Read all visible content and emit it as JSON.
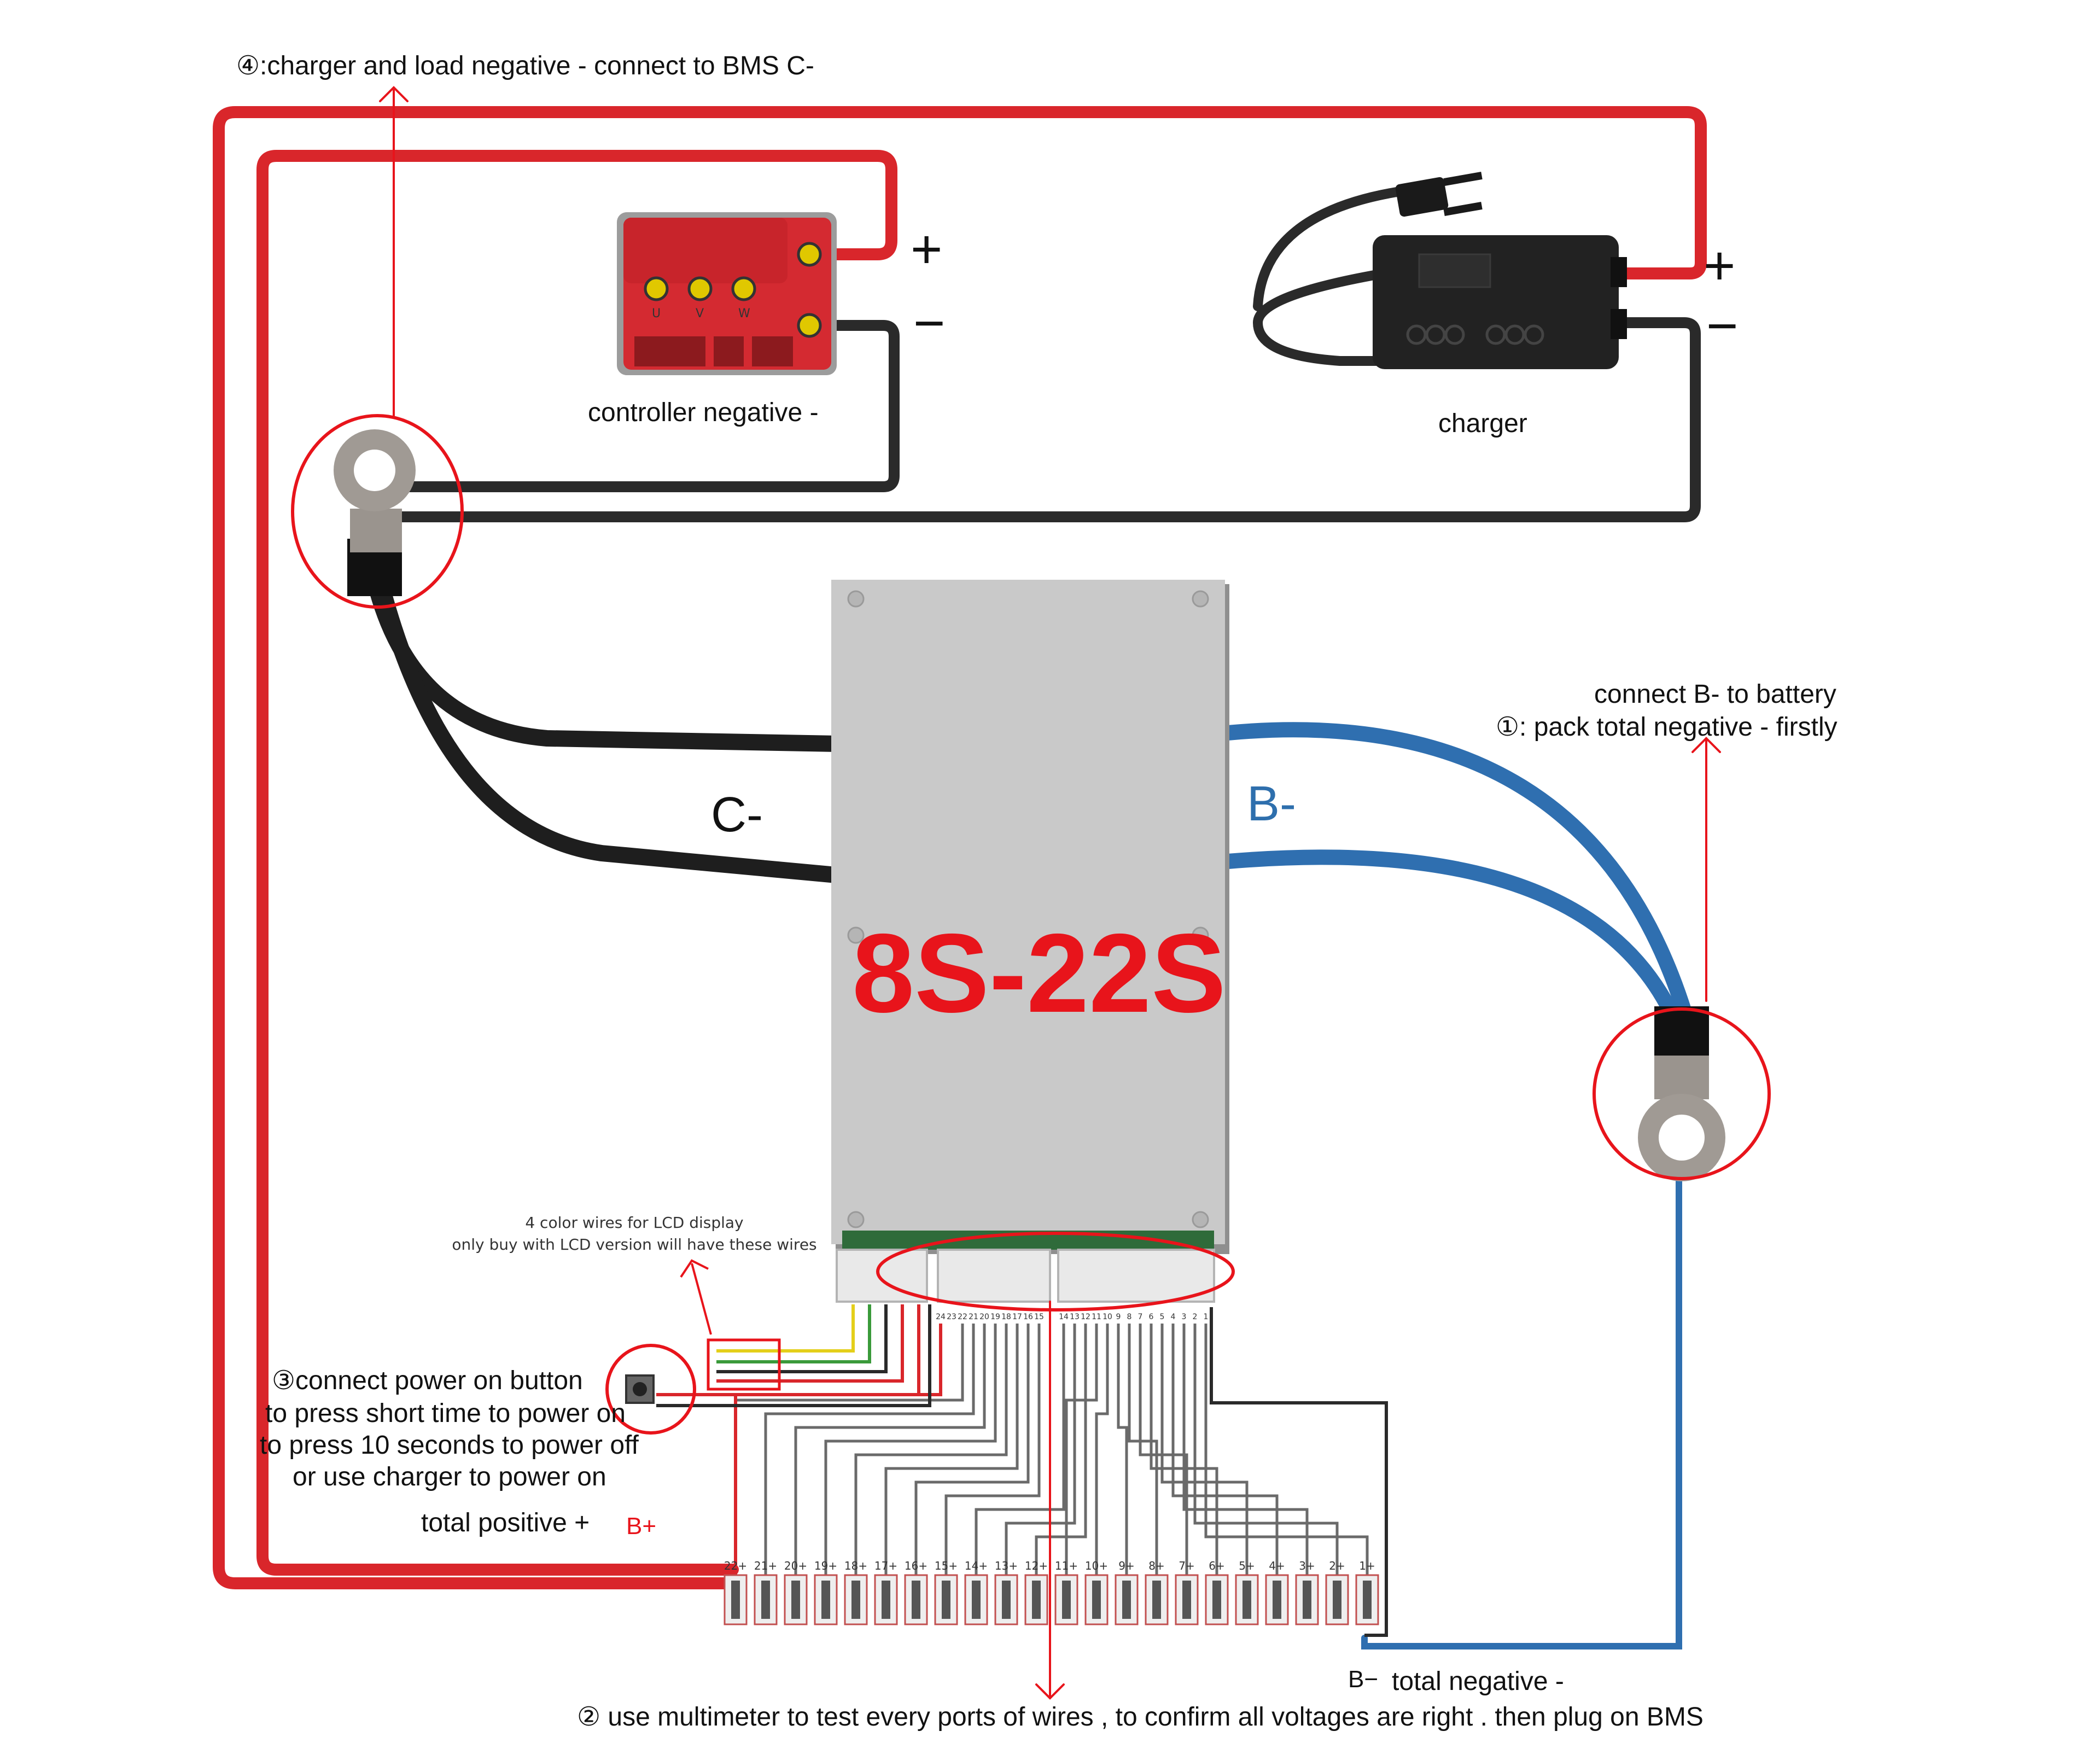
{
  "title_model": "8S-22S",
  "labels": {
    "step4": "④:charger and load negative - connect to BMS C-",
    "controller": "controller negative -",
    "charger": "charger",
    "plus": "+",
    "minus": "−",
    "c_minus": "C-",
    "b_minus": "B-",
    "step1_line1": "connect B- to battery",
    "step1_line2": "①:   pack total negative - firstly",
    "lcd_line1": "4 color wires for LCD display",
    "lcd_line2": "only buy with LCD version will have these wires",
    "step3_line1": "③connect power on button",
    "step3_line2": "to press short time to power on",
    "step3_line3": "to press 10 seconds to power off",
    "step3_line4": "or use charger to power on",
    "total_positive": "total positive +",
    "b_plus": "B+",
    "b_minus_small": "B−",
    "total_negative": "total negative -",
    "step2": "②     use multimeter to test every ports of wires , to confirm all voltages are right . then plug on BMS",
    "uvw": [
      "U",
      "V",
      "W"
    ]
  },
  "board_pins": [
    "24",
    "23",
    "22",
    "21",
    "20",
    "19",
    "18",
    "17",
    "16",
    "15",
    "14",
    "13",
    "12",
    "11",
    "10",
    "9",
    "8",
    "7",
    "6",
    "5",
    "4",
    "3",
    "2",
    "1"
  ],
  "cell_terminals": [
    "22+",
    "21+",
    "20+",
    "19+",
    "18+",
    "17+",
    "16+",
    "15+",
    "14+",
    "13+",
    "12+",
    "11+",
    "10+",
    "9+",
    "8+",
    "7+",
    "6+",
    "5+",
    "4+",
    "3+",
    "2+",
    "1+"
  ],
  "colors": {
    "red_wire": "#d9262b",
    "black_wire": "#2a2a2a",
    "blue_wire": "#2f6fb0",
    "annotation_red": "#e8141b",
    "board": "#c9c9c9"
  }
}
